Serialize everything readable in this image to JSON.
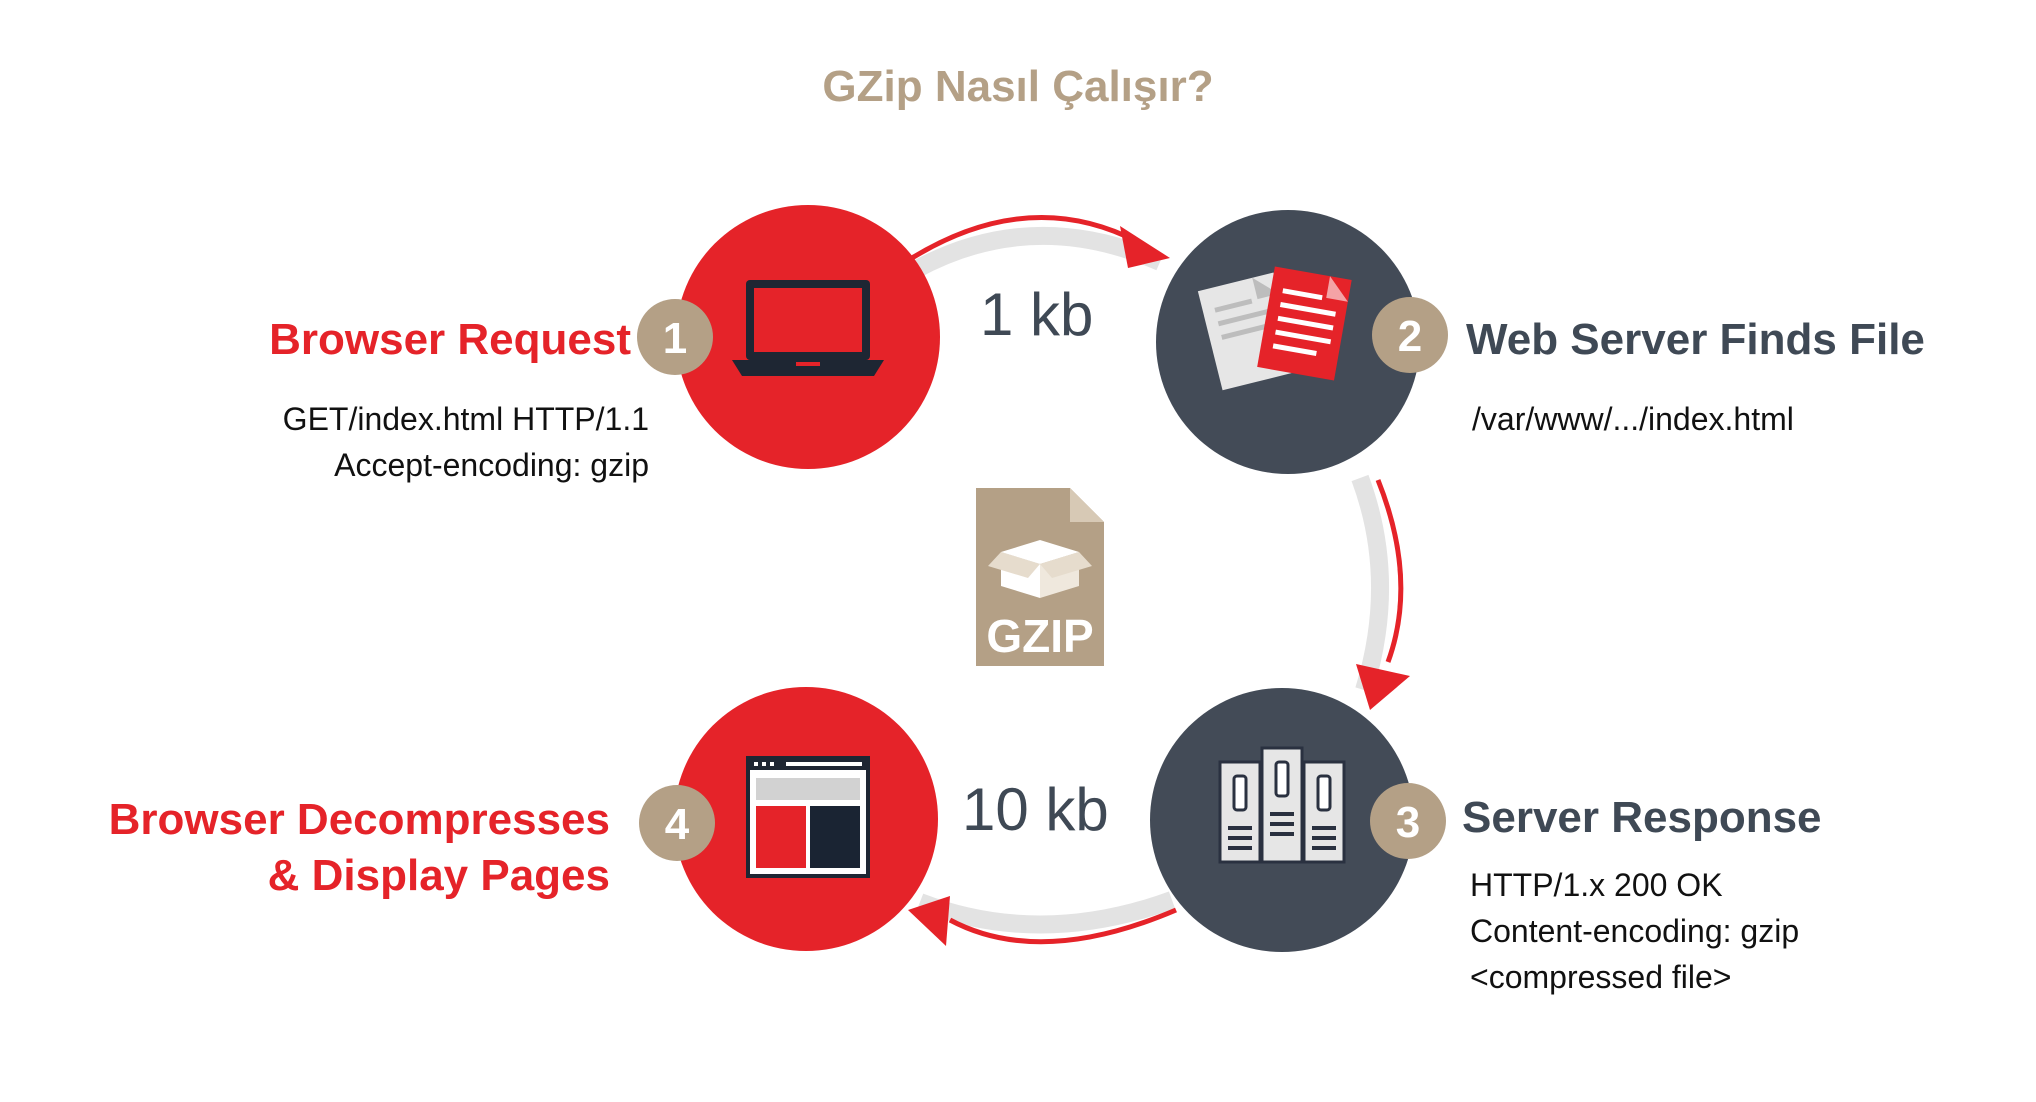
{
  "title": "GZip Nasıl Çalışır?",
  "steps": [
    {
      "number": "1",
      "title": "Browser Request",
      "details": [
        "GET/index.html HTTP/1.1",
        "Accept-encoding: gzip"
      ],
      "icon": "laptop-icon"
    },
    {
      "number": "2",
      "title": "Web Server Finds File",
      "details": [
        "/var/www/.../index.html"
      ],
      "icon": "documents-icon"
    },
    {
      "number": "3",
      "title": "Server Response",
      "details": [
        "HTTP/1.x 200 OK",
        "Content-encoding: gzip",
        "<compressed file>"
      ],
      "icon": "server-rack-icon"
    },
    {
      "number": "4",
      "title_lines": [
        "Browser Decompresses",
        "& Display Pages"
      ],
      "details": [],
      "icon": "browser-window-icon"
    }
  ],
  "sizes": {
    "request": "1 kb",
    "response": "10 kb"
  },
  "gzip_file": {
    "label": "GZIP",
    "icon": "gzip-file-icon"
  },
  "colors": {
    "red": "#e52329",
    "slate": "#3f4955",
    "tan": "#b4a086",
    "arc_gray": "#e3e3e3"
  }
}
